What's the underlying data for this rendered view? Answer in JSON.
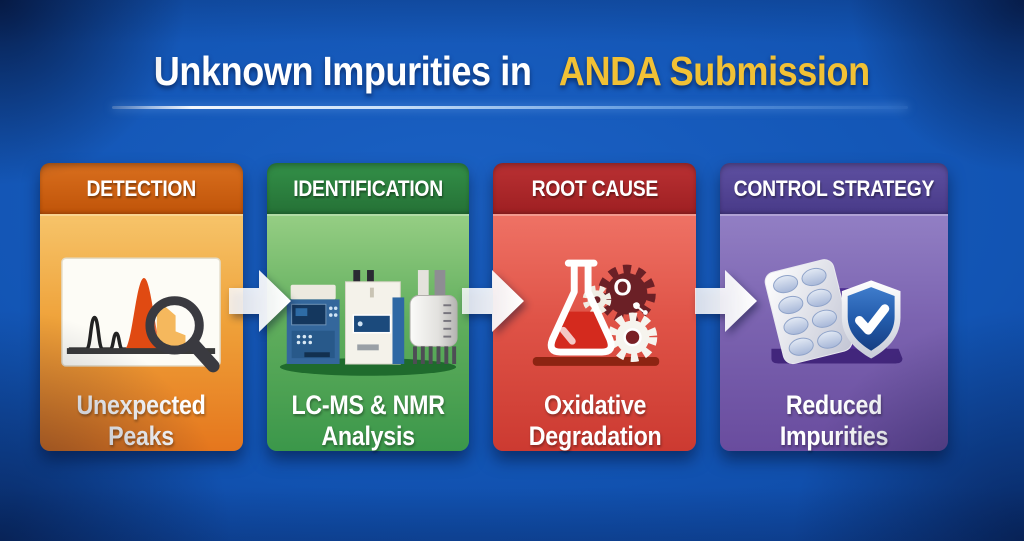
{
  "title": {
    "prefix": "Unknown Impurities in",
    "highlight": "ANDA Submission"
  },
  "palette": {
    "background_blue": "#1254B3",
    "title_white": "#FFFFFF",
    "title_highlight_gold": "#F2C135",
    "underline_light_blue": "#9CC8F2",
    "arrow_white": "#FFFFFF",
    "detection_orange_header": "#CE6018",
    "detection_body_gradient": [
      "#F6C46A",
      "#E5761D"
    ],
    "identification_green_header": "#2E8540",
    "identification_body_gradient": [
      "#96CE84",
      "#3B974A"
    ],
    "root_cause_red_header": "#B12A2B",
    "root_cause_body_gradient": [
      "#EF7265",
      "#CC3A31"
    ],
    "control_strategy_purple_header": "#584A9D",
    "control_strategy_body_gradient": [
      "#927FC4",
      "#694C9E"
    ]
  },
  "steps": [
    {
      "header": "DETECTION",
      "caption_line1": "Unexpected",
      "caption_line2": "Peaks",
      "icon": "chromatogram-with-magnifier"
    },
    {
      "header": "IDENTIFICATION",
      "caption_line1": "LC-MS & NMR",
      "caption_line2": "Analysis",
      "icon": "lab-instruments"
    },
    {
      "header": "ROOT CAUSE",
      "caption_line1": "Oxidative",
      "caption_line2": "Degradation",
      "icon": "flask-and-gears"
    },
    {
      "header": "CONTROL STRATEGY",
      "caption_line1": "Reduced",
      "caption_line2": "Impurities",
      "icon": "blister-pack-and-shield"
    }
  ],
  "arrows": {
    "direction": "right",
    "count": 3
  }
}
